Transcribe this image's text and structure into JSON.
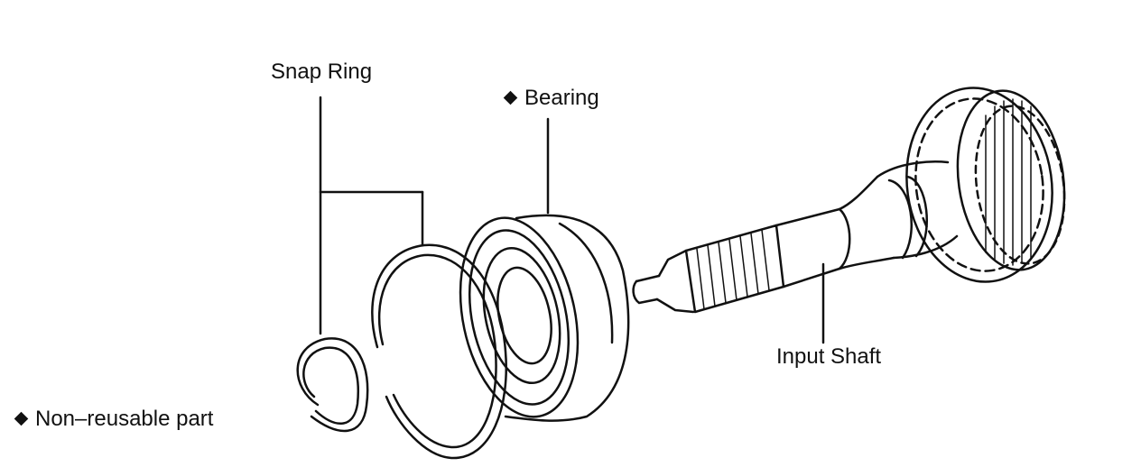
{
  "labels": {
    "snap_ring": "Snap Ring",
    "bearing": "Bearing",
    "input_shaft": "Input Shaft",
    "legend": "Non–reusable part"
  },
  "markers": {
    "non_reusable_symbol": "diamond"
  }
}
